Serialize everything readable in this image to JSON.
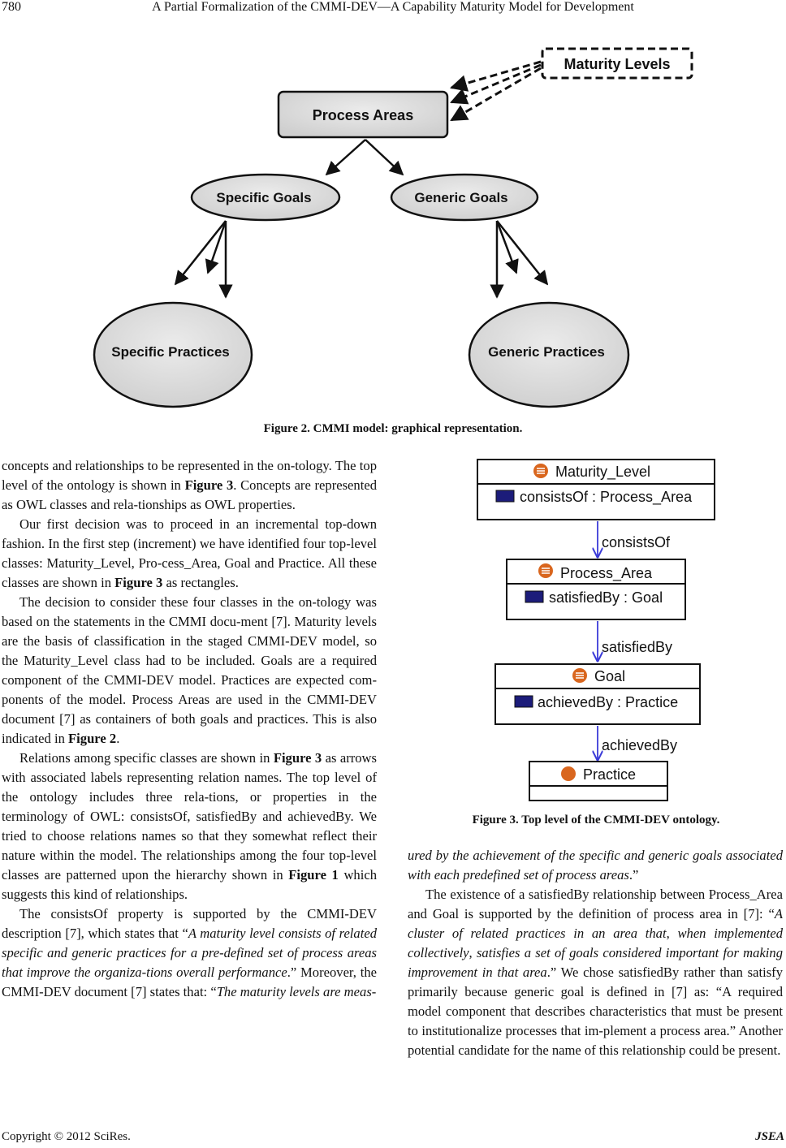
{
  "header": {
    "page_number": "780",
    "running_title": "A Partial Formalization of the CMMI-DEV—A Capability Maturity Model for Development"
  },
  "figure2": {
    "nodes": {
      "maturity_levels": "Maturity Levels",
      "process_areas": "Process Areas",
      "specific_goals": "Specific Goals",
      "generic_goals": "Generic Goals",
      "specific_practices": "Specific Practices",
      "generic_practices": "Generic Practices"
    },
    "caption": "Figure 2. CMMI model: graphical representation."
  },
  "figure3": {
    "classes": [
      {
        "name": "Maturity_Level",
        "property": "consistsOf : Process_Area"
      },
      {
        "name": "Process_Area",
        "property": "satisfiedBy : Goal"
      },
      {
        "name": "Goal",
        "property": "achievedBy : Practice"
      },
      {
        "name": "Practice"
      }
    ],
    "edges": [
      "consistsOf",
      "satisfiedBy",
      "achievedBy"
    ],
    "caption": "Figure 3. Top level of the CMMI-DEV ontology."
  },
  "left_column": {
    "p1": [
      {
        "t": "concepts and relationships to be represented in the on-tology. The top level of the ontology is shown in "
      },
      {
        "t": "Figure 3",
        "b": true
      },
      {
        "t": ". Concepts are represented as OWL classes and rela-tionships as OWL properties."
      }
    ],
    "p2": [
      {
        "t": "Our first decision was to proceed in an incremental top-down fashion. In the first step (increment) we have identified four top-level classes: Maturity_Level, Pro-cess_Area, Goal and Practice. All these classes are shown in "
      },
      {
        "t": "Figure 3",
        "b": true
      },
      {
        "t": " as rectangles."
      }
    ],
    "p3": [
      {
        "t": "The decision to consider these four classes in the on-tology was based on the statements in the CMMI docu-ment [7]. Maturity levels are the basis of classification in the staged CMMI-DEV model, so the Maturity_Level class had to be included. Goals are a required component of the CMMI-DEV model. Practices are expected com-ponents of the model. Process Areas are used in the CMMI-DEV document [7] as containers of both goals and practices. This is also indicated in "
      },
      {
        "t": "Figure 2",
        "b": true
      },
      {
        "t": "."
      }
    ],
    "p4": [
      {
        "t": "Relations among specific classes are shown in "
      },
      {
        "t": "Figure 3",
        "b": true
      },
      {
        "t": " as arrows with associated labels representing relation names. The top level of the ontology includes three rela-tions, or properties in the terminology of OWL: consistsOf, satisfiedBy and achievedBy. We tried to choose relations names so that they somewhat reflect their nature within the model. The relationships among the four top-level classes are patterned upon the hierarchy shown in "
      },
      {
        "t": "Figure 1",
        "b": true
      },
      {
        "t": " which suggests this kind of relationships."
      }
    ],
    "p5": [
      {
        "t": "The consistsOf property is supported by the CMMI-DEV description [7], which states that “"
      },
      {
        "t": "A maturity level consists of related specific and generic practices for a pre-defined set of process areas that improve the organiza-tions overall performance",
        "i": true
      },
      {
        "t": ".” Moreover, the CMMI-DEV document [7] states that: “"
      },
      {
        "t": "The maturity levels are meas-",
        "i": true
      }
    ]
  },
  "right_column": {
    "p1": [
      {
        "t": "ured by the achievement of the specific and generic goals associated with each predefined set of process areas",
        "i": true
      },
      {
        "t": ".”"
      }
    ],
    "p2": [
      {
        "t": "The existence of a satisfiedBy relationship between Process_Area and Goal is supported by the definition of process area in [7]: “"
      },
      {
        "t": "A cluster of related practices in an area that",
        "i": true
      },
      {
        "t": ", "
      },
      {
        "t": "when implemented collectively",
        "i": true
      },
      {
        "t": ", "
      },
      {
        "t": "satisfies a set of goals considered important for making improvement in that area",
        "i": true
      },
      {
        "t": ".” We chose satisfiedBy rather than satisfy primarily because generic goal is defined in [7] as: “A required model component that describes characteristics that must be present to institutionalize processes that im-plement a process area.” Another potential candidate for the name of this relationship could be present."
      }
    ]
  },
  "footer": {
    "copyright": "Copyright © 2012 SciRes.",
    "journal": "JSEA"
  }
}
